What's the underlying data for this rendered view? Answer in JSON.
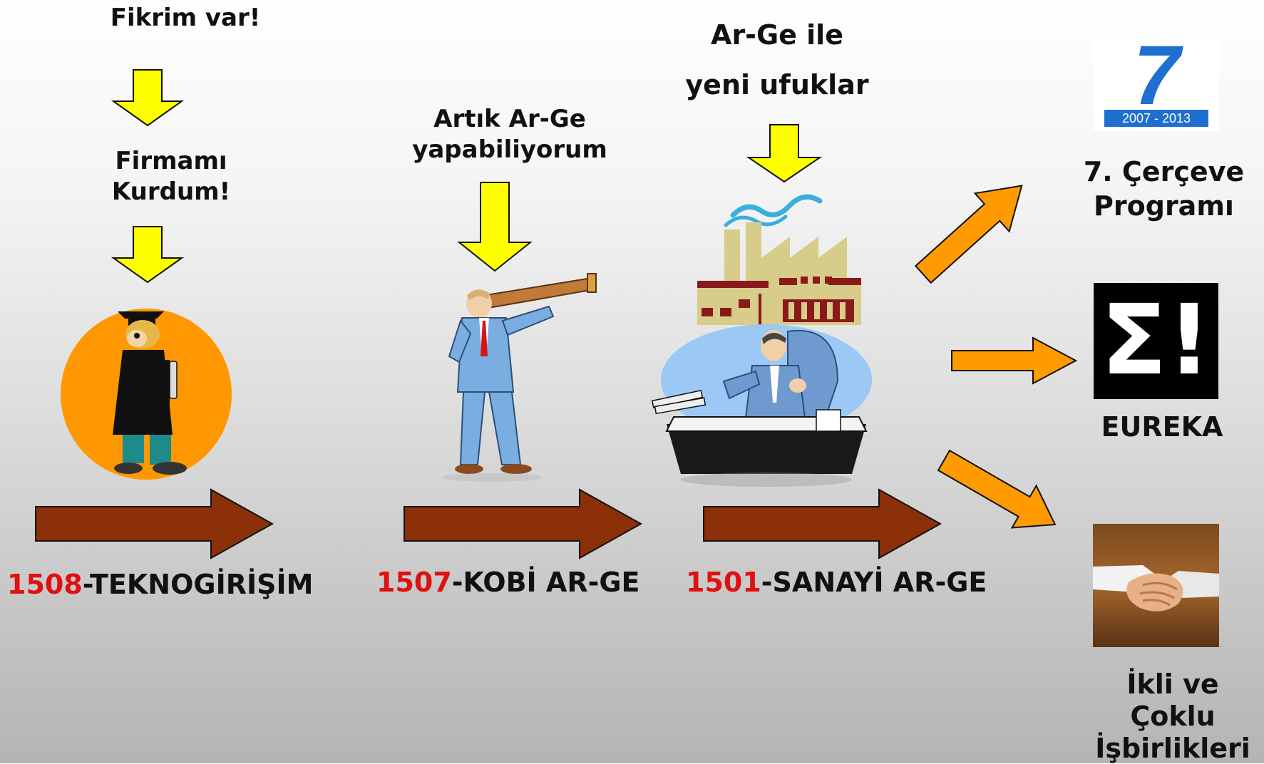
{
  "steps": {
    "idea": "Fikrim var!",
    "founded_l1": "Firmamı",
    "founded_l2": "Kurdum!",
    "can_rnd_l1": "Artık Ar-Ge",
    "can_rnd_l2": "yapabiliyorum",
    "horizons_l1": "Ar-Ge ile",
    "horizons_l2": "yeni ufuklar"
  },
  "programs": [
    {
      "number": "1508",
      "name": "-TEKNOGİRİŞİM"
    },
    {
      "number": "1507",
      "name": "-KOBİ AR-GE"
    },
    {
      "number": "1501",
      "name": "-SANAYİ AR-GE"
    }
  ],
  "international": {
    "fp7_years": "2007 - 2013",
    "fp7_mark": "7",
    "fp7_l1": "7. Çerçeve",
    "fp7_l2": "Programı",
    "eureka_mark": "Σ!",
    "eureka": "EUREKA",
    "bilateral_l1": "İkli ve",
    "bilateral_l2": "Çoklu",
    "bilateral_l3": "İşbirlikleri"
  },
  "colors": {
    "down_arrow": "#ffff00",
    "flow_arrow": "#8b3008",
    "branch_arrow": "#ff9a00",
    "program_number": "#e01010"
  }
}
